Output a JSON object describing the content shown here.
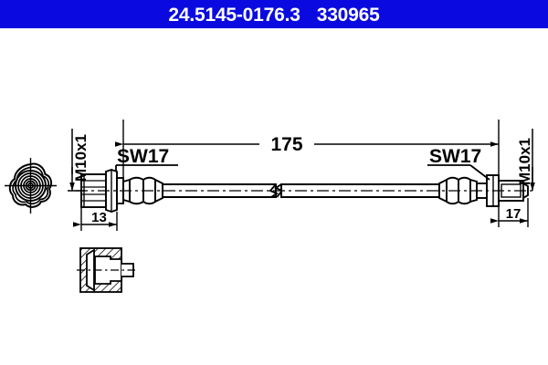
{
  "header": {
    "part_number": "24.5145-0176.3",
    "reference_number": "330965",
    "background_color": "#0a0ae0",
    "text_color": "#ffffff"
  },
  "drawing": {
    "type": "technical-engineering-drawing",
    "subject": "brake hose assembly",
    "line_color": "#000000",
    "background_color": "#ffffff",
    "labels": {
      "overall_length": "175",
      "left_thread": "M10x1",
      "left_hex": "SW17",
      "left_dimension": "13",
      "right_thread": "M10x1",
      "right_hex": "SW17",
      "right_dimension": "17"
    },
    "views": {
      "end_view_name": "hex-nut-end-view",
      "section_view_name": "fitting-section-view",
      "main_view_name": "hose-assembly-side-view"
    }
  }
}
